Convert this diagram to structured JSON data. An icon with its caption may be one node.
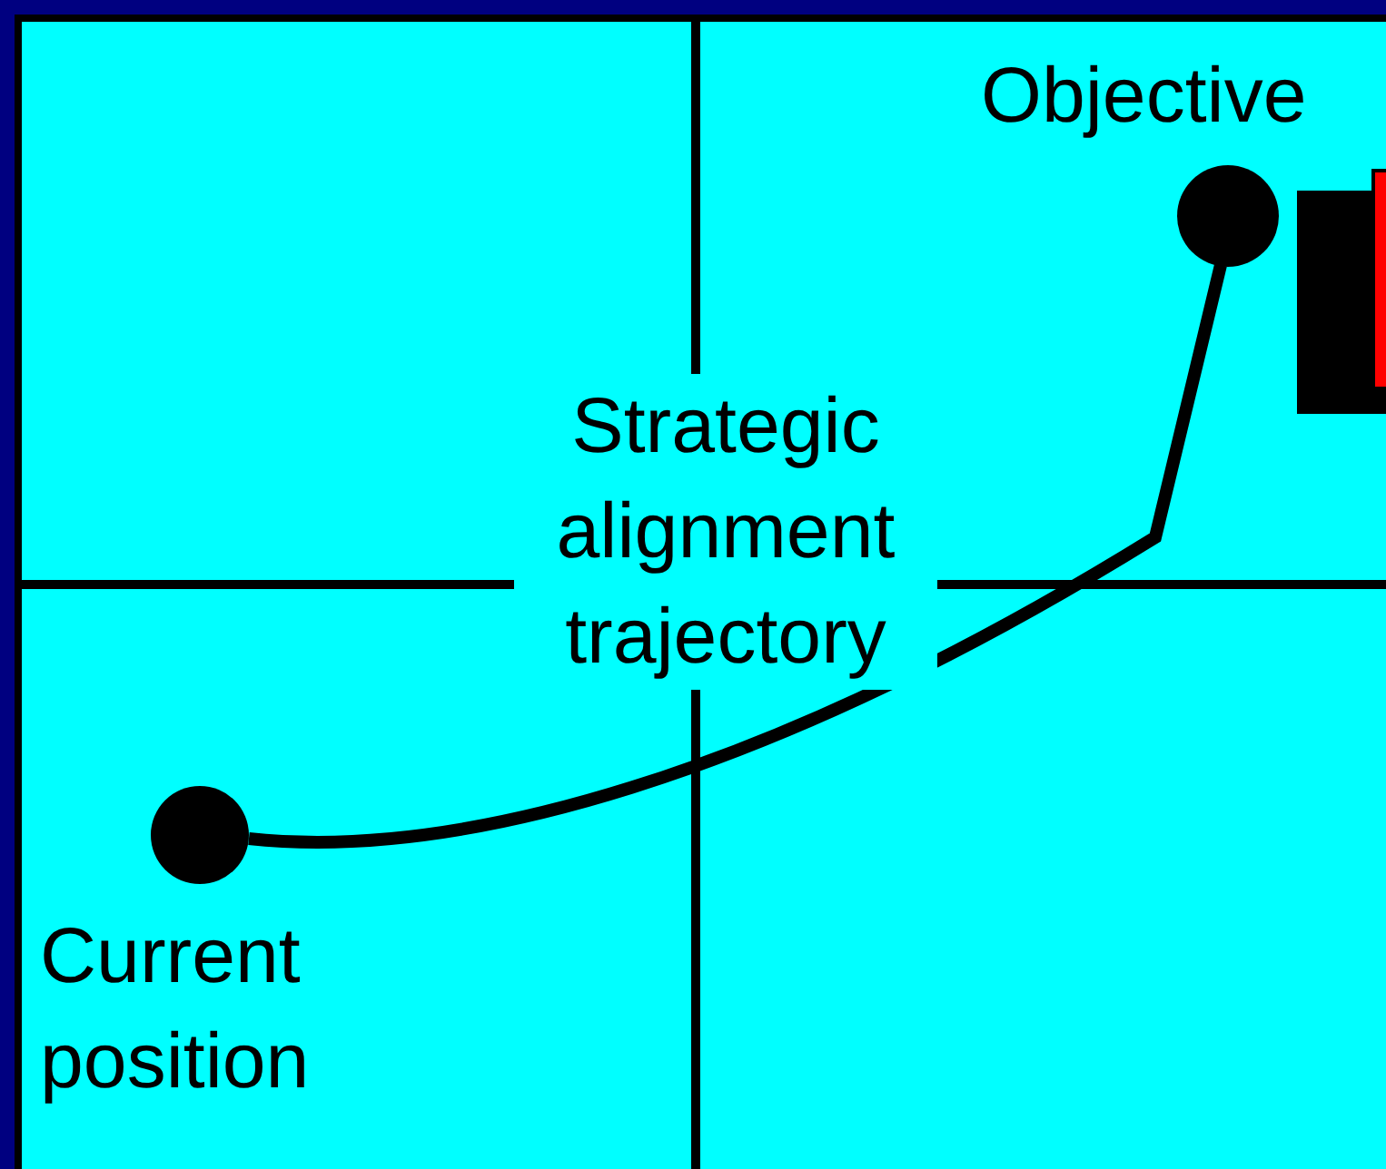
{
  "diagram": {
    "nodes": [
      {
        "text": [],
        "shape": "circle",
        "beside": [
          "Current position"
        ]
      },
      {
        "text": [],
        "shape": "circle",
        "beside": [
          "Objective"
        ]
      }
    ],
    "edges": [
      {
        "from": 0,
        "to": 1,
        "arrow": "none",
        "label": "Strategic alignment trajectory"
      }
    ]
  }
}
